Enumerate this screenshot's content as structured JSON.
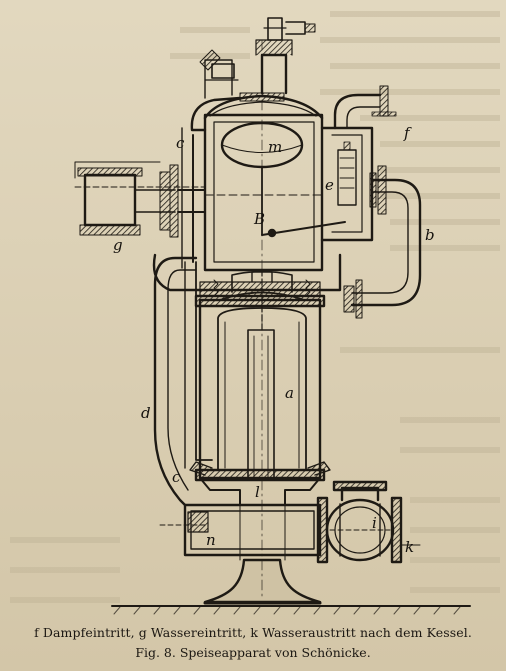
{
  "caption": {
    "legend": "f Dampfeintritt, g Wassereintritt, k Wasseraustritt nach dem Kessel.",
    "title": "Fig. 8.  Speiseapparat von Schönicke."
  },
  "labels": {
    "c_upper": "c",
    "m": "m",
    "f": "f",
    "e": "e",
    "B": "B",
    "b": "b",
    "g": "g",
    "a": "a",
    "d": "d",
    "c_lower": "c",
    "l": "l",
    "i": "i",
    "n": "n",
    "k": "k"
  },
  "colors": {
    "paper": "#ddd2b8",
    "ink": "#1e1a14"
  }
}
